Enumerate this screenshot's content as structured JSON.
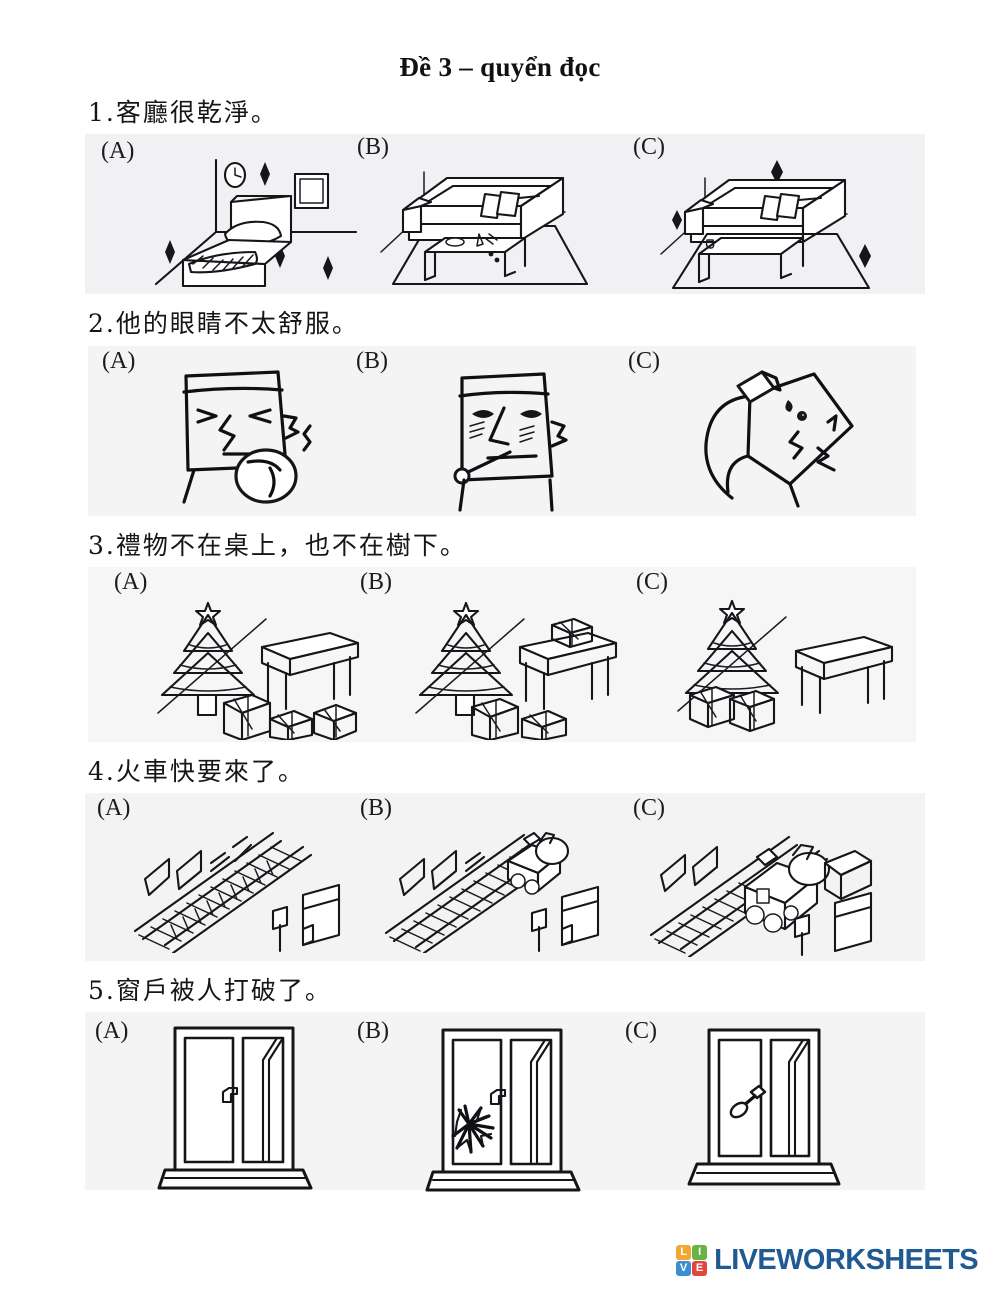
{
  "document": {
    "title": "Đề 3 – quyển đọc",
    "type": "listening-picture-choice-worksheet",
    "language": "Traditional Chinese"
  },
  "option_labels": {
    "a": "(A)",
    "b": "(B)",
    "c": "(C)"
  },
  "questions": [
    {
      "number": "1.",
      "text": "1.客廳很乾淨。",
      "options": [
        {
          "label": "(A)",
          "picture": "bedroom with bed, wall clock, picture frame and sparkles"
        },
        {
          "label": "(B)",
          "picture": "living room with sofa, rug and messy coffee table with cup and items"
        },
        {
          "label": "(C)",
          "picture": "clean living room with sofa, rug, empty coffee table and sparkles"
        }
      ]
    },
    {
      "number": "2.",
      "text": "2.他的眼睛不太舒服。",
      "options": [
        {
          "label": "(A)",
          "picture": "face with squinting eyes holding hand to chin, pain lines"
        },
        {
          "label": "(B)",
          "picture": "face with thermometer in mouth and flushed cheeks"
        },
        {
          "label": "(C)",
          "picture": "tilted head putting eye drops into the eye"
        }
      ]
    },
    {
      "number": "3.",
      "text": "3.禮物不在桌上，也不在樹下。",
      "options": [
        {
          "label": "(A)",
          "picture": "christmas tree, empty table, three gifts on the floor in front"
        },
        {
          "label": "(B)",
          "picture": "christmas tree, gift on the table, two gifts on the floor"
        },
        {
          "label": "(C)",
          "picture": "christmas tree with gifts underneath it, empty table"
        }
      ]
    },
    {
      "number": "4.",
      "text": "4.火車快要來了。",
      "options": [
        {
          "label": "(A)",
          "picture": "empty railway track with crossing sign and platform"
        },
        {
          "label": "(B)",
          "picture": "train approaching far down the railway track"
        },
        {
          "label": "(C)",
          "picture": "train arrived at the platform on the railway track"
        }
      ]
    },
    {
      "number": "5.",
      "text": "5.窗戶被人打破了。",
      "options": [
        {
          "label": "(A)",
          "picture": "intact double window with handle and sill"
        },
        {
          "label": "(B)",
          "picture": "window with a broken cracked pane"
        },
        {
          "label": "(C)",
          "picture": "window with a large door knob handle"
        }
      ]
    }
  ],
  "footer": {
    "brand": "LIVEWORKSHEETS",
    "tiles": [
      {
        "letter": "LI",
        "color": "#f0a830"
      },
      {
        "letter": "VE",
        "color": "#3c8ed0"
      },
      {
        "letter": "",
        "color": "#67b346"
      },
      {
        "letter": "",
        "color": "#e0473f"
      }
    ],
    "tile_l": "L",
    "tile_i": "I",
    "tile_v": "V",
    "tile_e": "E",
    "tile_l_color": "#f0a830",
    "tile_i_color": "#67b346",
    "tile_v_color": "#3c8ed0",
    "tile_e_color": "#e0473f",
    "brand_color": "#1f5a93"
  }
}
